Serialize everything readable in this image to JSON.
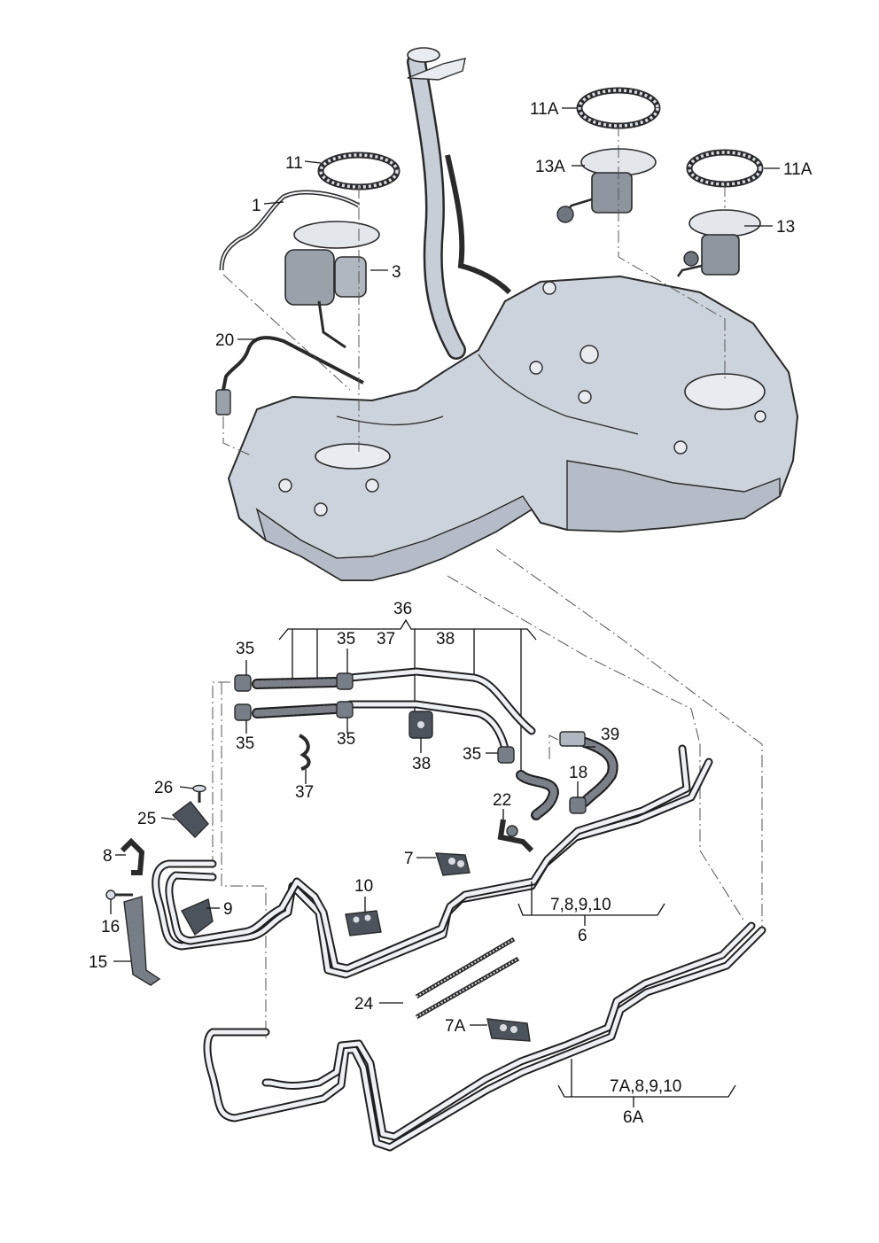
{
  "labels": {
    "l1": "1",
    "l3": "3",
    "l6": "6",
    "l6A": "6A",
    "l7": "7",
    "l7A": "7A",
    "l8": "8",
    "l9": "9",
    "l10": "10",
    "l11": "11",
    "l11A_top": "11A",
    "l11A_right": "11A",
    "l13": "13",
    "l13A": "13A",
    "l15": "15",
    "l16": "16",
    "l18": "18",
    "l20": "20",
    "l22": "22",
    "l24": "24",
    "l25": "25",
    "l26": "26",
    "l35_a": "35",
    "l35_b": "35",
    "l35_c": "35",
    "l35_d": "35",
    "l35_e": "35",
    "l36": "36",
    "l37_top": "37",
    "l37_bottom": "37",
    "l38_top": "38",
    "l38_bottom": "38",
    "l39": "39",
    "group6": "7,8,9,10",
    "group6A": "7A,8,9,10"
  },
  "colors": {
    "tank_fill": "#cdd3dc",
    "line": "#1f1f1f",
    "background": "#ffffff"
  }
}
